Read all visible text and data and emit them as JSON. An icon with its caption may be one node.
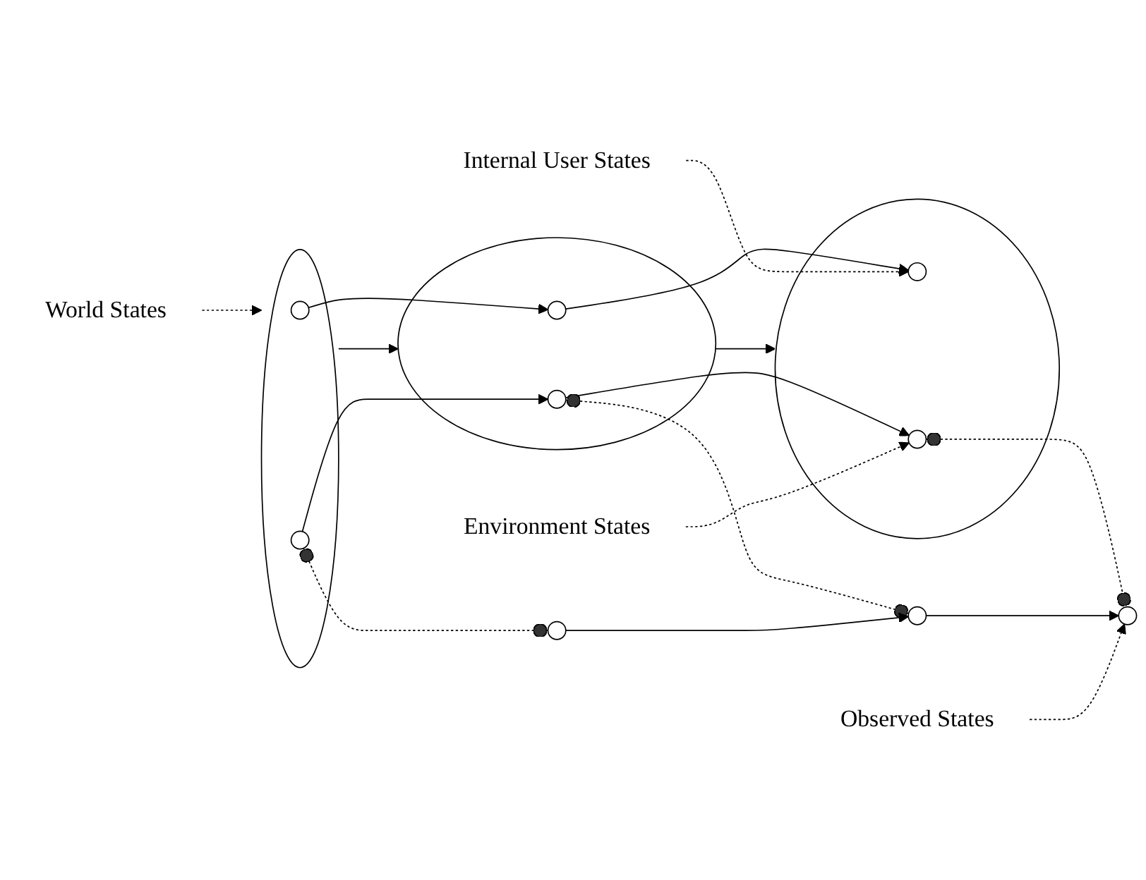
{
  "diagram": {
    "nodes": [
      {
        "text": [
          "World States"
        ]
      },
      {
        "text": [],
        "shape": "ellipse"
      },
      {
        "text": [],
        "shape": "circle",
        "in": 1
      },
      {
        "text": [],
        "shape": "circle",
        "in": 1
      },
      {
        "text": [],
        "shape": "ellipse"
      },
      {
        "text": [],
        "shape": "circle",
        "in": 4
      },
      {
        "text": [],
        "shape": "circle",
        "in": 4
      },
      {
        "text": [],
        "shape": "ellipse"
      },
      {
        "text": [],
        "shape": "circle",
        "in": 7
      },
      {
        "text": [],
        "shape": "circle",
        "in": 7
      },
      {
        "text": [
          "Internal User States"
        ]
      },
      {
        "text": [
          "Environment States"
        ]
      },
      {
        "text": [],
        "shape": "circle"
      },
      {
        "text": [],
        "shape": "circle"
      },
      {
        "text": [],
        "shape": "circle"
      },
      {
        "text": [
          "Observed States"
        ]
      }
    ],
    "edges": [
      {
        "from": 0,
        "to": 1,
        "arrow": "to",
        "style": "dashed"
      },
      {
        "from": 1,
        "to": 4,
        "arrow": "to"
      },
      {
        "from": 4,
        "to": 7,
        "arrow": "to"
      },
      {
        "from": 2,
        "to": 5,
        "arrow": "to"
      },
      {
        "from": 5,
        "to": 8,
        "arrow": "to"
      },
      {
        "from": 3,
        "to": 6,
        "arrow": "to"
      },
      {
        "from": 6,
        "to": 9,
        "arrow": "to"
      },
      {
        "from": 10,
        "to": 8,
        "arrow": "to",
        "style": "dashed"
      },
      {
        "from": 11,
        "to": 9,
        "arrow": "to",
        "style": "dashed"
      },
      {
        "from": 3,
        "to": 12,
        "arrow": "other",
        "style": "dashed"
      },
      {
        "from": 6,
        "to": 13,
        "arrow": "other",
        "style": "dashed"
      },
      {
        "from": 9,
        "to": 14,
        "arrow": "other",
        "style": "dashed"
      },
      {
        "from": 12,
        "to": 13,
        "arrow": "to"
      },
      {
        "from": 13,
        "to": 14,
        "arrow": "to"
      },
      {
        "from": 15,
        "to": 14,
        "arrow": "to",
        "style": "dashed"
      }
    ]
  }
}
